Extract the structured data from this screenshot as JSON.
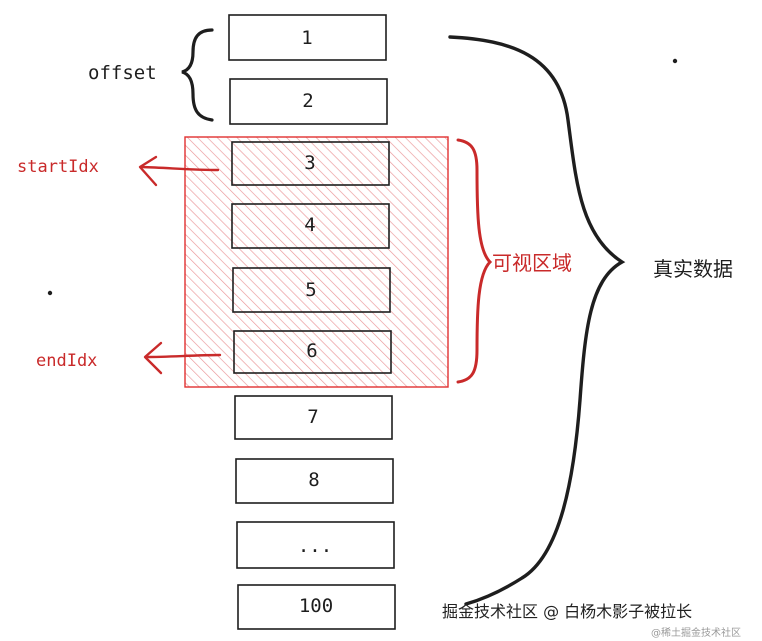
{
  "diagram": {
    "items": [
      "1",
      "2",
      "3",
      "4",
      "5",
      "6",
      "7",
      "8",
      "...",
      "100"
    ],
    "labels": {
      "offset": "offset",
      "start_idx": "startIdx",
      "end_idx": "endIdx",
      "visible_area": "可视区域",
      "real_data": "真实数据"
    },
    "colors": {
      "stroke": "#1e1e1e",
      "highlight": "#c92a2a",
      "highlight_fill": "#ffc9c9"
    }
  },
  "watermark": {
    "main": "掘金技术社区 @ 白杨木影子被拉长",
    "sub": "@稀土掘金技术社区"
  }
}
